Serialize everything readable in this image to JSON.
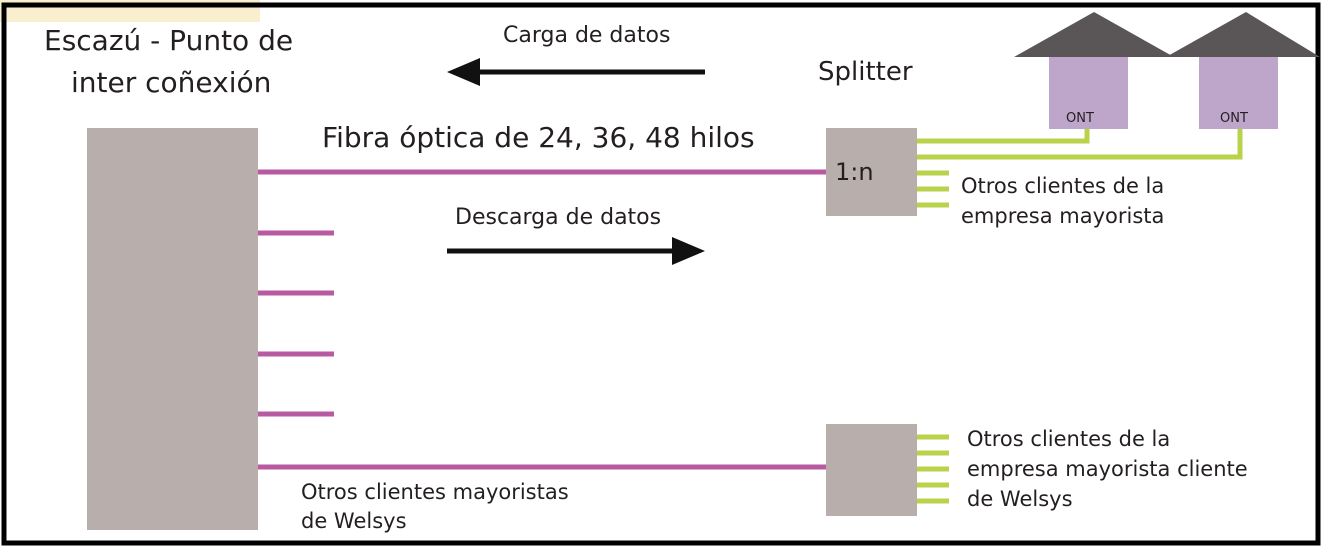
{
  "labels": {
    "hub_title_line1": "Escazú - Punto de",
    "hub_title_line2": "inter coñexión",
    "upload_label": "Carga de datos",
    "download_label": "Descarga de datos",
    "splitter_label": "Splitter",
    "fiber_label": "Fibra óptica de 24, 36, 48 hilos",
    "splitter_ratio": "1:n",
    "ont_left": "ONT",
    "ont_right": "ONT",
    "clients_top_line1": "Otros clientes de la",
    "clients_top_line2": "empresa mayorista",
    "clients_bottom_line1": "Otros clientes de la",
    "clients_bottom_line2": "empresa mayorista cliente",
    "clients_bottom_line3": "de Welsys",
    "wholesale_line1": "Otros clientes mayoristas",
    "wholesale_line2": "de Welsys"
  },
  "colors": {
    "frame": "#000000",
    "box": "#b8aeab",
    "fiber": "#b75a9f",
    "drop": "#b8d34a",
    "house_roof": "#5a5557",
    "house_body": "#bda6c9",
    "arrow": "#111111",
    "text": "#231f20",
    "watermark": "#f4e2a8"
  },
  "icons": {
    "house": "house-icon",
    "arrow_left": "arrow-left-icon",
    "arrow_right": "arrow-right-icon"
  }
}
